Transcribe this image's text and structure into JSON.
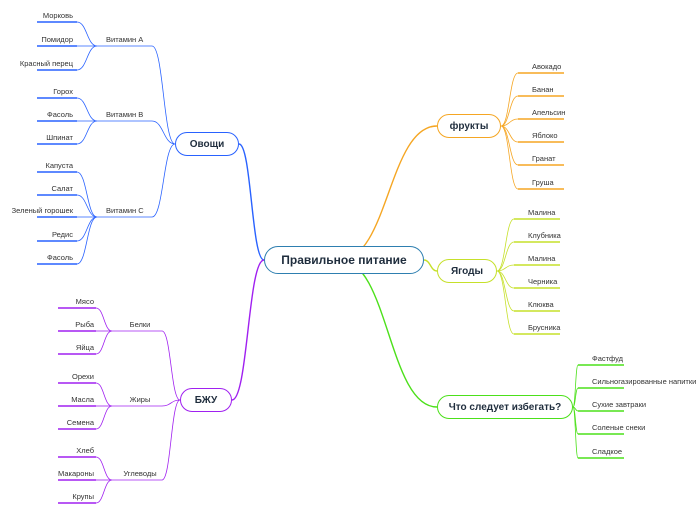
{
  "central": {
    "label": "Правильное питание",
    "color": "#2e7fb0"
  },
  "vegetables": {
    "label": "Овощи",
    "color": "#2962ff",
    "vitA": {
      "label": "Витамин A",
      "items": [
        "Морковь",
        "Помидор",
        "Красный перец"
      ]
    },
    "vitB": {
      "label": "Витамин B",
      "items": [
        "Горох",
        "Фасоль",
        "Шпинат"
      ]
    },
    "vitC": {
      "label": "Витамин C",
      "items": [
        "Капуста",
        "Салат",
        "Зеленый горошек",
        "Редис",
        "Фасоль"
      ]
    }
  },
  "bju": {
    "label": "БЖУ",
    "color": "#a020f0",
    "proteins": {
      "label": "Белки",
      "items": [
        "Мясо",
        "Рыба",
        "Яйца"
      ]
    },
    "fats": {
      "label": "Жиры",
      "items": [
        "Орехи",
        "Масла",
        "Семена"
      ]
    },
    "carbs": {
      "label": "Углеводы",
      "items": [
        "Хлеб",
        "Макароны",
        "Крупы"
      ]
    }
  },
  "fruits": {
    "label": "фрукты",
    "color": "#f5a623",
    "items": [
      "Авокадо",
      "Банан",
      "Апельсин",
      "Яблоко",
      "Гранат",
      "Груша"
    ]
  },
  "berries": {
    "label": "Ягоды",
    "color": "#c6e02a",
    "items": [
      "Малина",
      "Клубника",
      "Малина",
      "Черника",
      "Клюква",
      "Брусника"
    ]
  },
  "avoid": {
    "label": "Что следует избегать?",
    "color": "#4ce01a",
    "items": [
      "Фастфуд",
      "Сильногазированные напитки",
      "Сухие завтраки",
      "Соленые снеки",
      "Сладкое"
    ]
  }
}
